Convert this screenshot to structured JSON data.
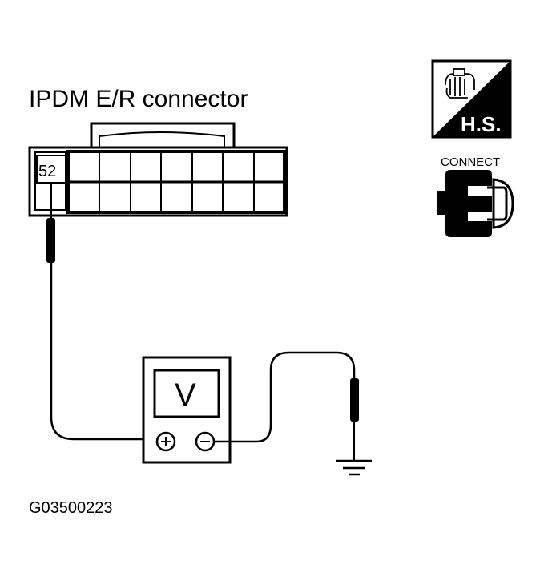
{
  "diagram": {
    "title": "IPDM E/R connector",
    "terminal_label": "52",
    "meter_label": "V",
    "figure_code": "G03500223",
    "badge_text": "H.S.",
    "connect_label": "CONNECT"
  }
}
